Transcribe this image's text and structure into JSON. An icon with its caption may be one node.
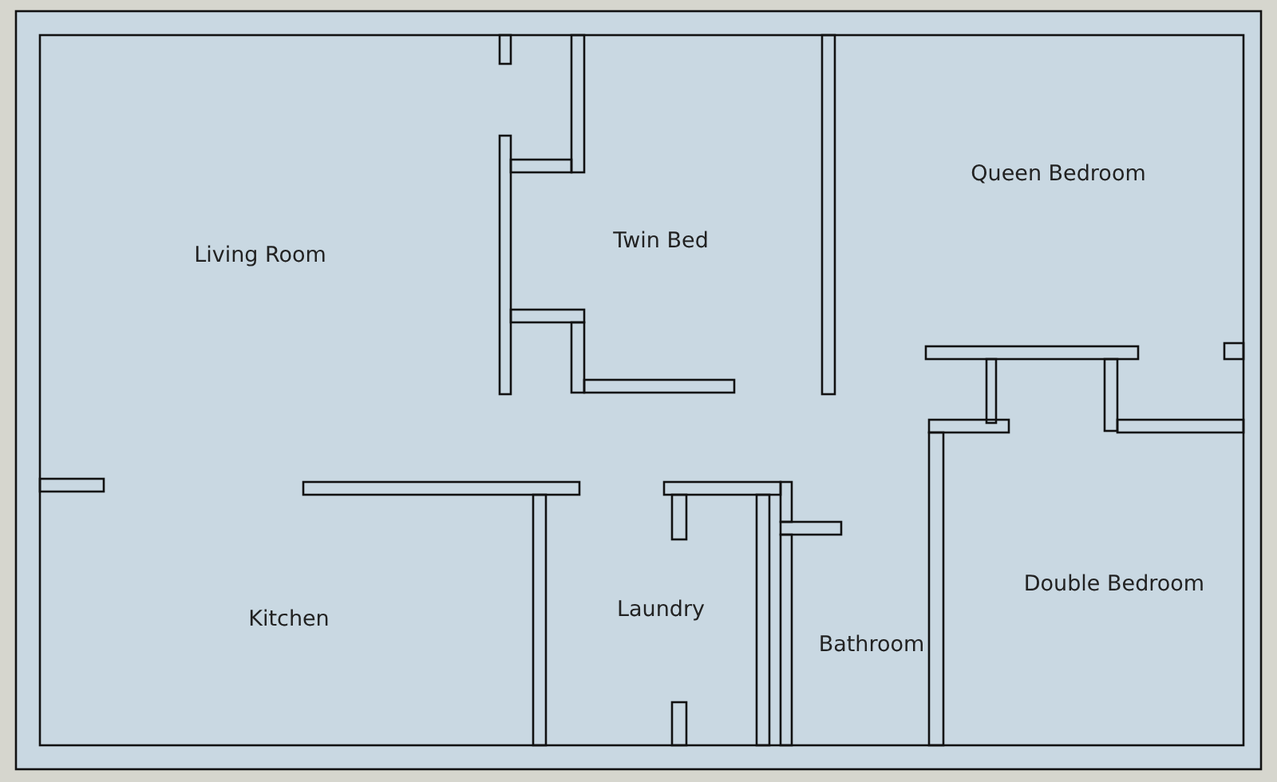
{
  "diagram": {
    "labels": [
      "Living Room",
      "Twin Bed",
      "Queen Bedroom",
      "Kitchen",
      "Laundry",
      "Bathroom",
      "Double Bedroom"
    ]
  }
}
